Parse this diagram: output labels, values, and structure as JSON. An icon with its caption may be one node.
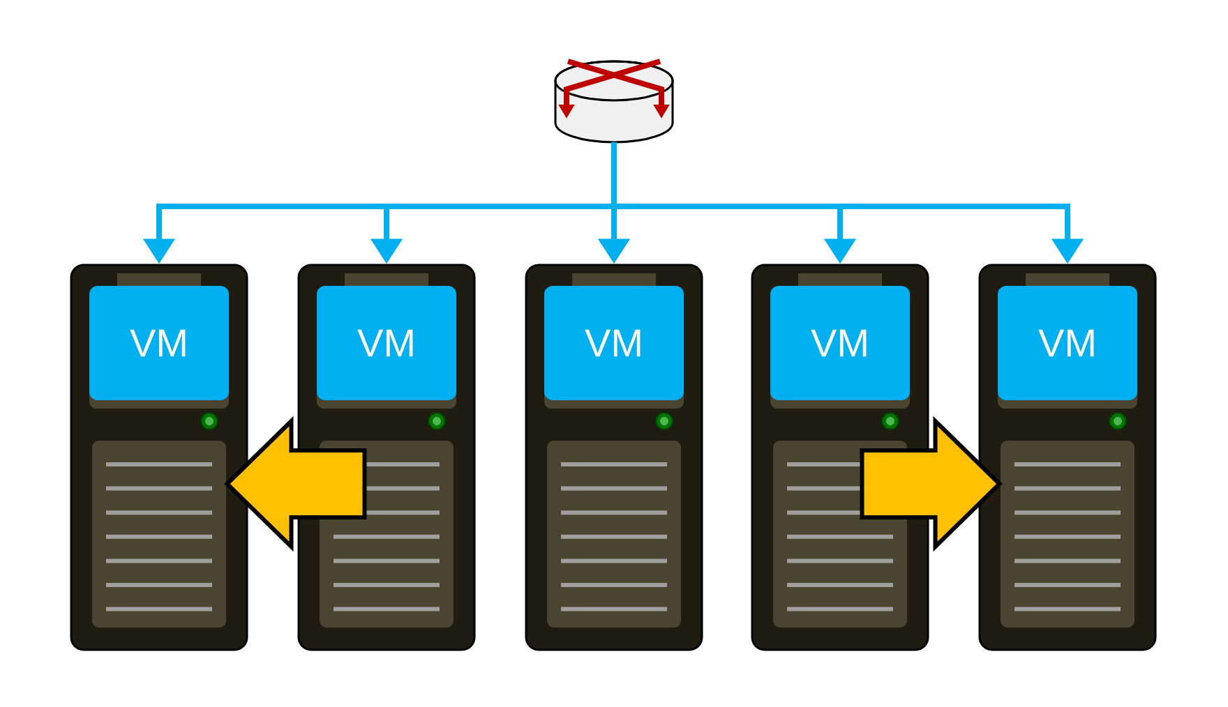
{
  "diagram": {
    "nodes": [
      {
        "text": [],
        "shape": "cylinder"
      },
      {
        "text": [],
        "shape": "picture"
      },
      {
        "text": [
          "VM"
        ],
        "in": 1
      },
      {
        "text": [],
        "shape": "picture"
      },
      {
        "text": [
          "VM"
        ],
        "in": 3
      },
      {
        "text": [],
        "shape": "picture"
      },
      {
        "text": [
          "VM"
        ],
        "in": 5
      },
      {
        "text": [],
        "shape": "picture"
      },
      {
        "text": [
          "VM"
        ],
        "in": 7
      },
      {
        "text": [],
        "shape": "picture"
      },
      {
        "text": [
          "VM"
        ],
        "in": 9
      }
    ],
    "edges": [
      {
        "from": 0,
        "to": 1,
        "arrow": "to"
      },
      {
        "from": 0,
        "to": 3,
        "arrow": "to"
      },
      {
        "from": 0,
        "to": 5,
        "arrow": "to"
      },
      {
        "from": 0,
        "to": 7,
        "arrow": "to"
      },
      {
        "from": 0,
        "to": 9,
        "arrow": "to"
      },
      {
        "from": 3,
        "to": 1,
        "arrow": "to",
        "style": "thick",
        "color": "#ffc000"
      },
      {
        "from": 7,
        "to": 9,
        "arrow": "to",
        "style": "thick",
        "color": "#ffc000"
      }
    ]
  }
}
